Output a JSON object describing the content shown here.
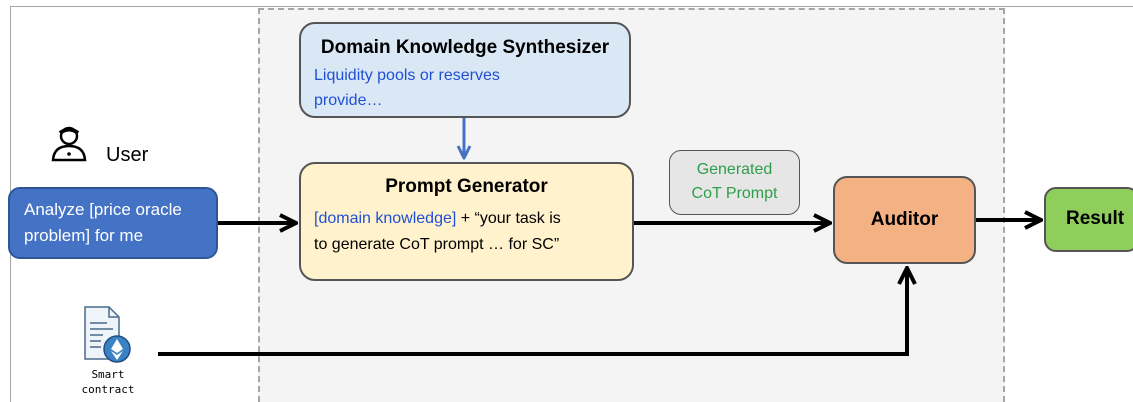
{
  "user_label": "User",
  "user_request": [
    "Analyze [price oracle",
    "problem] for me"
  ],
  "synthesizer": {
    "title": "Domain Knowledge Synthesizer",
    "text": [
      "Liquidity pools or reserves",
      "provide…"
    ]
  },
  "prompt_generator": {
    "title": "Prompt Generator",
    "highlight": "[domain knowledge]",
    "text_line1_rest": " + “your task is",
    "text_line2": "to generate CoT prompt … for SC”"
  },
  "generated_prompt": [
    "Generated",
    "CoT Prompt"
  ],
  "auditor": "Auditor",
  "result": "Result",
  "smart_contract": [
    "Smart",
    "contract"
  ],
  "icons": [
    "user-icon",
    "smart-contract-icon",
    "ethereum-icon"
  ],
  "colors": {
    "user_request_fill": "#4472c4",
    "synthesizer_fill": "#dae8f6",
    "prompt_generator_fill": "#fff2cc",
    "generated_prompt_fill": "#e6e6e6",
    "generated_prompt_text": "#2e9e4a",
    "auditor_fill": "#f4b183",
    "result_fill": "#8fce5b",
    "blue_text": "#1f4fd6",
    "panel_fill": "#f4f4f4"
  }
}
